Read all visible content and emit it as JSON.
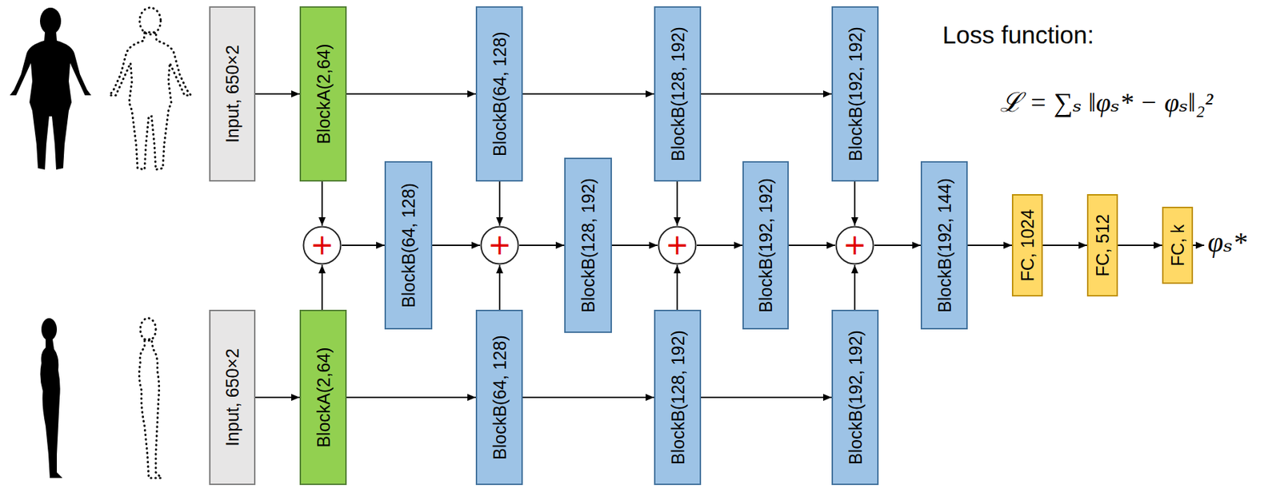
{
  "diagram": {
    "nodes": [
      {
        "text": [
          "Input, 650×2"
        ]
      },
      {
        "text": [
          "BlockA(2,64)"
        ]
      },
      {
        "text": [
          "BlockB(64, 128)"
        ]
      },
      {
        "text": [
          "BlockB(128, 192)"
        ]
      },
      {
        "text": [
          "BlockB(192, 192)"
        ]
      },
      {
        "text": [
          "+"
        ]
      },
      {
        "text": [
          "BlockB(64, 128)"
        ]
      },
      {
        "text": [
          "+"
        ]
      },
      {
        "text": [
          "BlockB(128, 192)"
        ]
      },
      {
        "text": [
          "+"
        ]
      },
      {
        "text": [
          "BlockB(192, 192)"
        ]
      },
      {
        "text": [
          "+"
        ]
      },
      {
        "text": [
          "BlockB(192, 144)"
        ]
      },
      {
        "text": [
          "FC, 1024"
        ]
      },
      {
        "text": [
          "FC, 512"
        ]
      },
      {
        "text": [
          "FC, k"
        ]
      },
      {
        "text": [
          "Input, 650×2"
        ]
      },
      {
        "text": [
          "BlockA(2,64)"
        ]
      },
      {
        "text": [
          "BlockB(64, 128)"
        ]
      },
      {
        "text": [
          "BlockB(128, 192)"
        ]
      },
      {
        "text": [
          "BlockB(192, 192)"
        ]
      }
    ],
    "edges": [
      {
        "from": 0,
        "to": 1,
        "arrow": "to"
      },
      {
        "from": 1,
        "to": 2,
        "arrow": "to"
      },
      {
        "from": 2,
        "to": 3,
        "arrow": "to"
      },
      {
        "from": 3,
        "to": 4,
        "arrow": "to"
      },
      {
        "from": 1,
        "to": 5,
        "arrow": "to"
      },
      {
        "from": 17,
        "to": 5,
        "arrow": "to"
      },
      {
        "from": 5,
        "to": 6,
        "arrow": "to"
      },
      {
        "from": 6,
        "to": 7,
        "arrow": "to"
      },
      {
        "from": 2,
        "to": 7,
        "arrow": "to"
      },
      {
        "from": 18,
        "to": 7,
        "arrow": "to"
      },
      {
        "from": 7,
        "to": 8,
        "arrow": "to"
      },
      {
        "from": 8,
        "to": 9,
        "arrow": "to"
      },
      {
        "from": 3,
        "to": 9,
        "arrow": "to"
      },
      {
        "from": 19,
        "to": 9,
        "arrow": "to"
      },
      {
        "from": 9,
        "to": 10,
        "arrow": "to"
      },
      {
        "from": 10,
        "to": 11,
        "arrow": "to"
      },
      {
        "from": 4,
        "to": 11,
        "arrow": "to"
      },
      {
        "from": 20,
        "to": 11,
        "arrow": "to"
      },
      {
        "from": 11,
        "to": 12,
        "arrow": "to"
      },
      {
        "from": 12,
        "to": 13,
        "arrow": "to"
      },
      {
        "from": 13,
        "to": 14,
        "arrow": "to"
      },
      {
        "from": 14,
        "to": 15,
        "arrow": "to"
      },
      {
        "from": 16,
        "to": 17,
        "arrow": "to"
      },
      {
        "from": 17,
        "to": 18,
        "arrow": "to"
      },
      {
        "from": 18,
        "to": 19,
        "arrow": "to"
      },
      {
        "from": 19,
        "to": 20,
        "arrow": "to"
      }
    ],
    "labels": [
      "Loss function:",
      "ℒ = ∑ₛ ‖φₛ* − φₛ‖₂²",
      "φₛ*"
    ]
  }
}
